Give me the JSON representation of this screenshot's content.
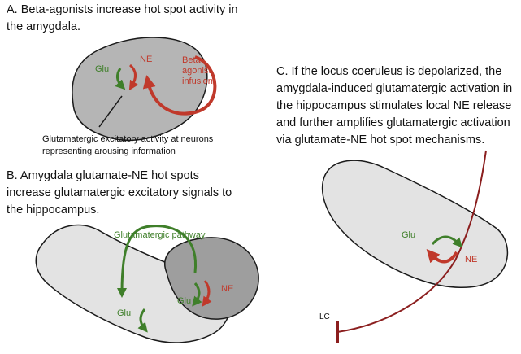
{
  "panel_a": {
    "caption_lines": [
      "A. Beta-agonists increase hot spot activity in",
      "the amygdala."
    ],
    "glu_label": "Glu",
    "ne_label": "NE",
    "infusion_lines": [
      "Beta-",
      "agonist",
      "infusion"
    ],
    "note_lines": [
      "Glutamatergic excitatory activity at neurons",
      "representing arousing information"
    ]
  },
  "panel_b": {
    "caption_lines": [
      "B. Amygdala glutamate-NE hot spots",
      "increase glutamatergic excitatory signals to",
      "the hippocampus."
    ],
    "pathway_label": "Glutamatergic pathway",
    "glu_amygdala_label": "Glu",
    "ne_label": "NE",
    "glu_hippocampus_label": "Glu"
  },
  "panel_c": {
    "caption_lines": [
      "C. If the locus coeruleus is depolarized, the",
      "amygdala-induced glutamatergic activation in",
      "the hippocampus stimulates local NE release",
      "and further amplifies glutamatergic activation",
      "via glutamate-NE hot spot mechanisms."
    ],
    "glu_label": "Glu",
    "ne_label": "NE",
    "lc_label": "LC"
  },
  "colors": {
    "glu_green": "#3f7f2a",
    "ne_red": "#c0392b",
    "amygdala_fill": "#b5b5b5",
    "hippocampus_fill": "#e3e3e3",
    "outline": "#1a1a1a"
  }
}
